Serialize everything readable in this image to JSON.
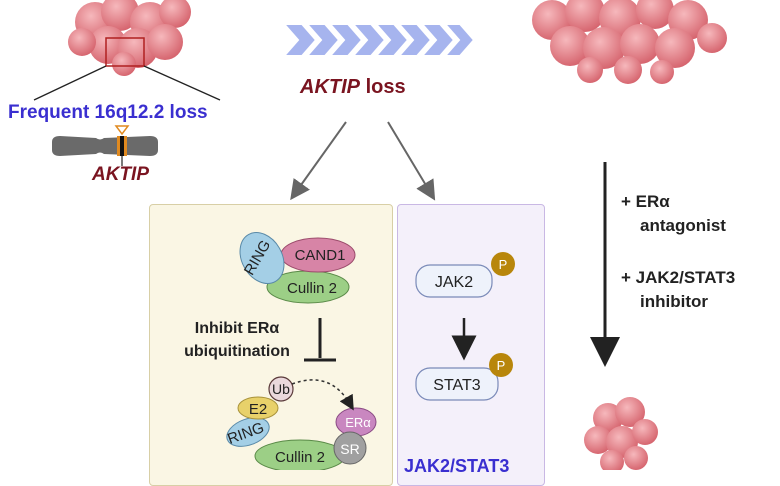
{
  "chromosome": {
    "loss_label": "Frequent 16q12.2 loss",
    "gene_label": "AKTIP"
  },
  "arrow_label": {
    "gene": "AKTIP",
    "suffix": "loss"
  },
  "left_panel": {
    "complex_top": [
      "RING",
      "CAND1",
      "Cullin 2"
    ],
    "inhibit_text_line1": "Inhibit ERα",
    "inhibit_text_line2": "ubiquitination",
    "complex_bottom": [
      "Ub",
      "E2",
      "RING",
      "Cullin 2",
      "ERα",
      "SR"
    ]
  },
  "right_panel": {
    "jak2": "JAK2",
    "stat3": "STAT3",
    "phospho": "P",
    "footer": "JAK2/STAT3"
  },
  "treatment": {
    "line1": "+ ERα",
    "line2": "antagonist",
    "line3": "+ JAK2/STAT3",
    "line4": "inhibitor"
  },
  "colors": {
    "tumor": "#e07a80",
    "chevron": "#a6b4ee",
    "loss_label": "#7a1420",
    "freq_label": "#3a2fd0",
    "phospho": "#b8860b"
  }
}
